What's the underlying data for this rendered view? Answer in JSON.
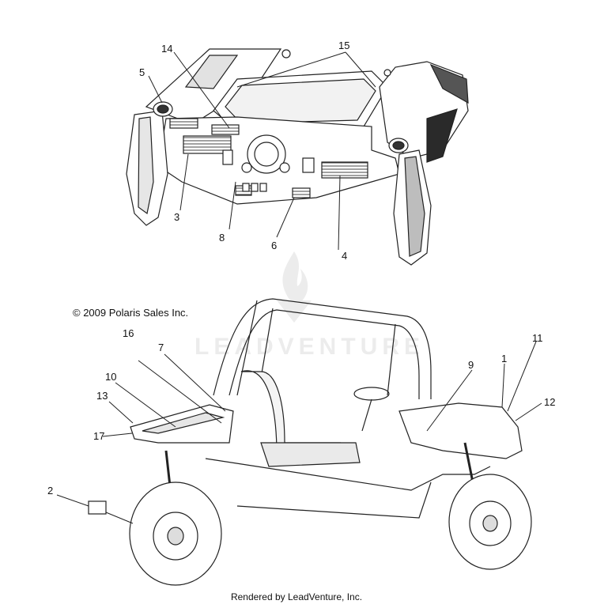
{
  "callouts": {
    "c1": "1",
    "c2": "2",
    "c3": "3",
    "c4": "4",
    "c5": "5",
    "c6": "6",
    "c7": "7",
    "c8": "8",
    "c9": "9",
    "c10": "10",
    "c11": "11",
    "c12": "12",
    "c13": "13",
    "c14": "14",
    "c15": "15",
    "c16": "16",
    "c17": "17"
  },
  "copyright": "© 2009 Polaris Sales Inc.",
  "watermark": "LEADVENTURE",
  "footer": "Rendered by LeadVenture, Inc.",
  "colors": {
    "line": "#222222",
    "fill": "#ffffff",
    "shade": "#d9d9d9",
    "hatch": "#555555",
    "watermark": "#ececec"
  }
}
